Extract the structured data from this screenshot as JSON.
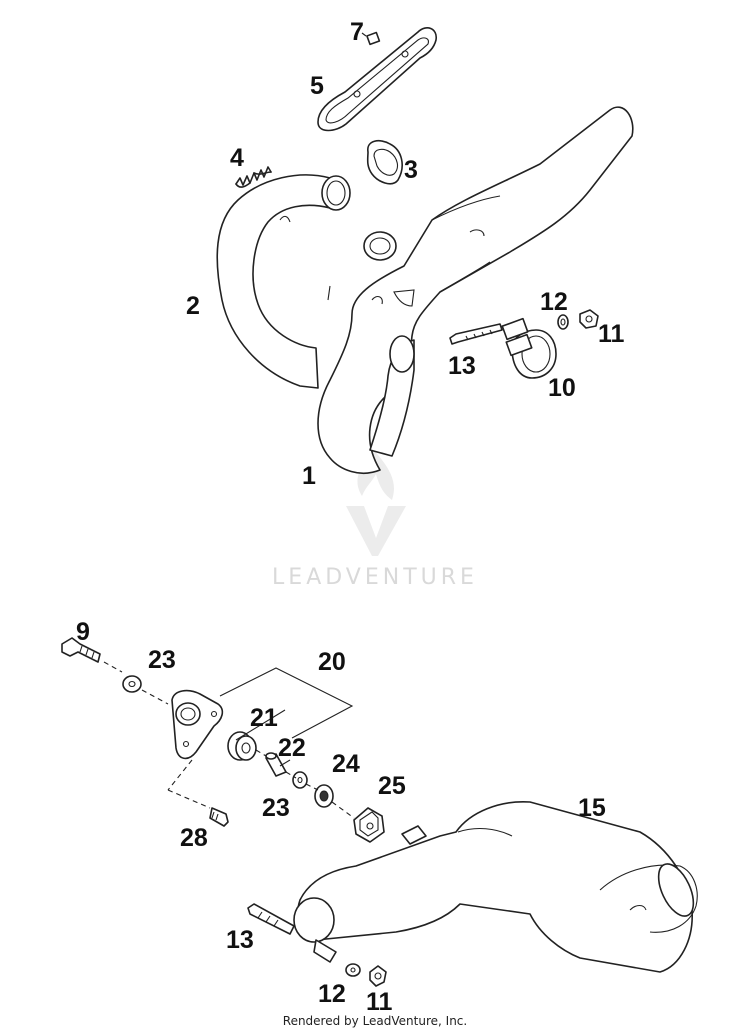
{
  "watermark": {
    "brand": "LEADVENTURE"
  },
  "footer": {
    "text": "Rendered by LeadVenture, Inc."
  },
  "callouts": {
    "p1": "1",
    "p2": "2",
    "p3": "3",
    "p4": "4",
    "p5": "5",
    "p7": "7",
    "p9": "9",
    "p10": "10",
    "p11a": "11",
    "p11b": "11",
    "p12a": "12",
    "p12b": "12",
    "p13a": "13",
    "p13b": "13",
    "p15": "15",
    "p20": "20",
    "p21": "21",
    "p22": "22",
    "p23a": "23",
    "p23b": "23",
    "p24": "24",
    "p25": "25",
    "p28": "28"
  }
}
